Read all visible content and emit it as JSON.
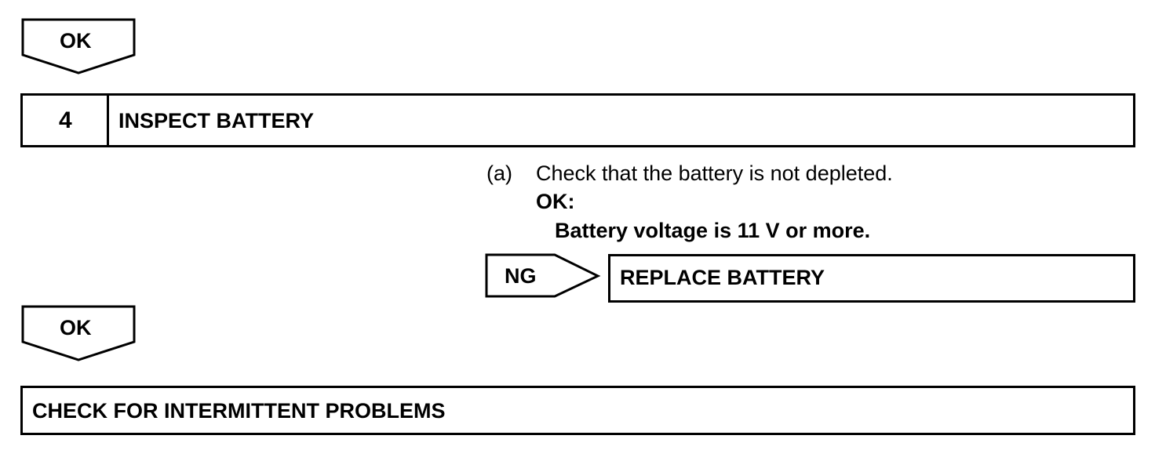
{
  "top_result": {
    "label": "OK"
  },
  "step": {
    "number": "4",
    "title": "INSPECT BATTERY"
  },
  "instruction": {
    "marker": "(a)",
    "text": "Check that the battery is not depleted.",
    "ok_label": "OK:",
    "ok_spec": "Battery voltage is 11 V or more."
  },
  "ng_branch": {
    "label": "NG",
    "action": "REPLACE BATTERY"
  },
  "bottom_result": {
    "label": "OK"
  },
  "final_step": {
    "title": "CHECK FOR INTERMITTENT PROBLEMS"
  }
}
